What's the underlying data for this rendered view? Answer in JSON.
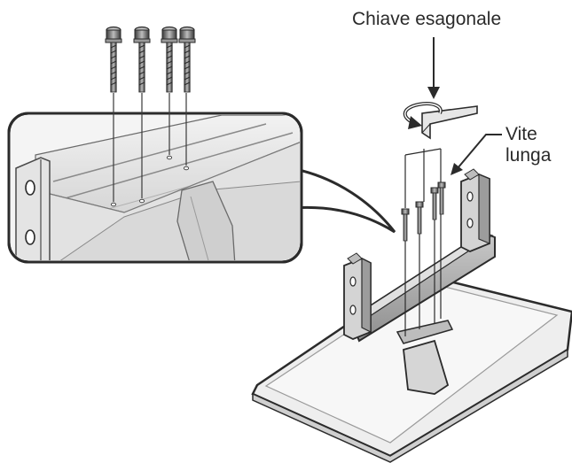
{
  "labels": {
    "hex_key": "Chiave esagonale",
    "long_screw_line1": "Vite",
    "long_screw_line2": "lunga"
  },
  "colors": {
    "line": "#2b2b2b",
    "panel_light": "#e9e9e9",
    "panel_mid": "#cfcfcf",
    "panel_dark": "#9a9a9a",
    "bracket_dark": "#6d6d6d"
  },
  "icons": {
    "arrow": "arrow-down-icon",
    "rotate": "rotate-arrow-icon",
    "screw": "screw-icon",
    "hex_key": "hex-key-icon"
  }
}
